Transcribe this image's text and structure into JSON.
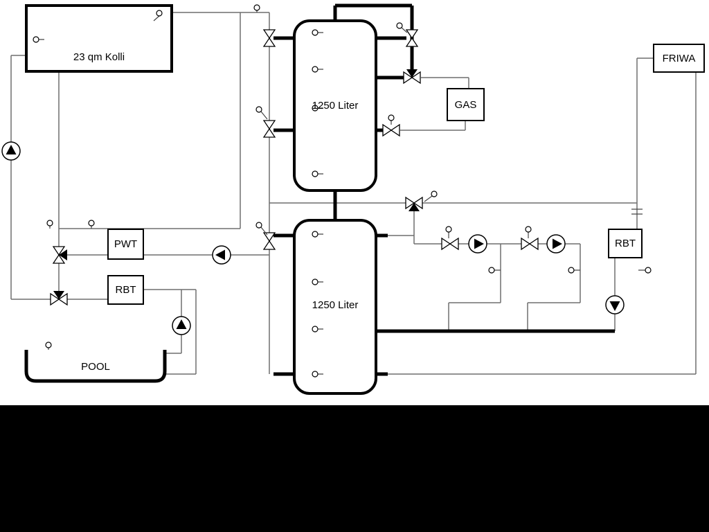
{
  "labels": {
    "collector": "23 qm Kolli",
    "tank_upper": "1250 Liter",
    "tank_lower": "1250 Liter",
    "gas": "GAS",
    "friwa": "FRIWA",
    "pwt": "PWT",
    "rbt_left": "RBT",
    "rbt_right": "RBT",
    "pool": "POOL"
  },
  "colors": {
    "pipe_thick": "#000000",
    "pipe_thin": "#6e6e6e",
    "background": "#ffffff",
    "footer_bar": "#000000"
  }
}
